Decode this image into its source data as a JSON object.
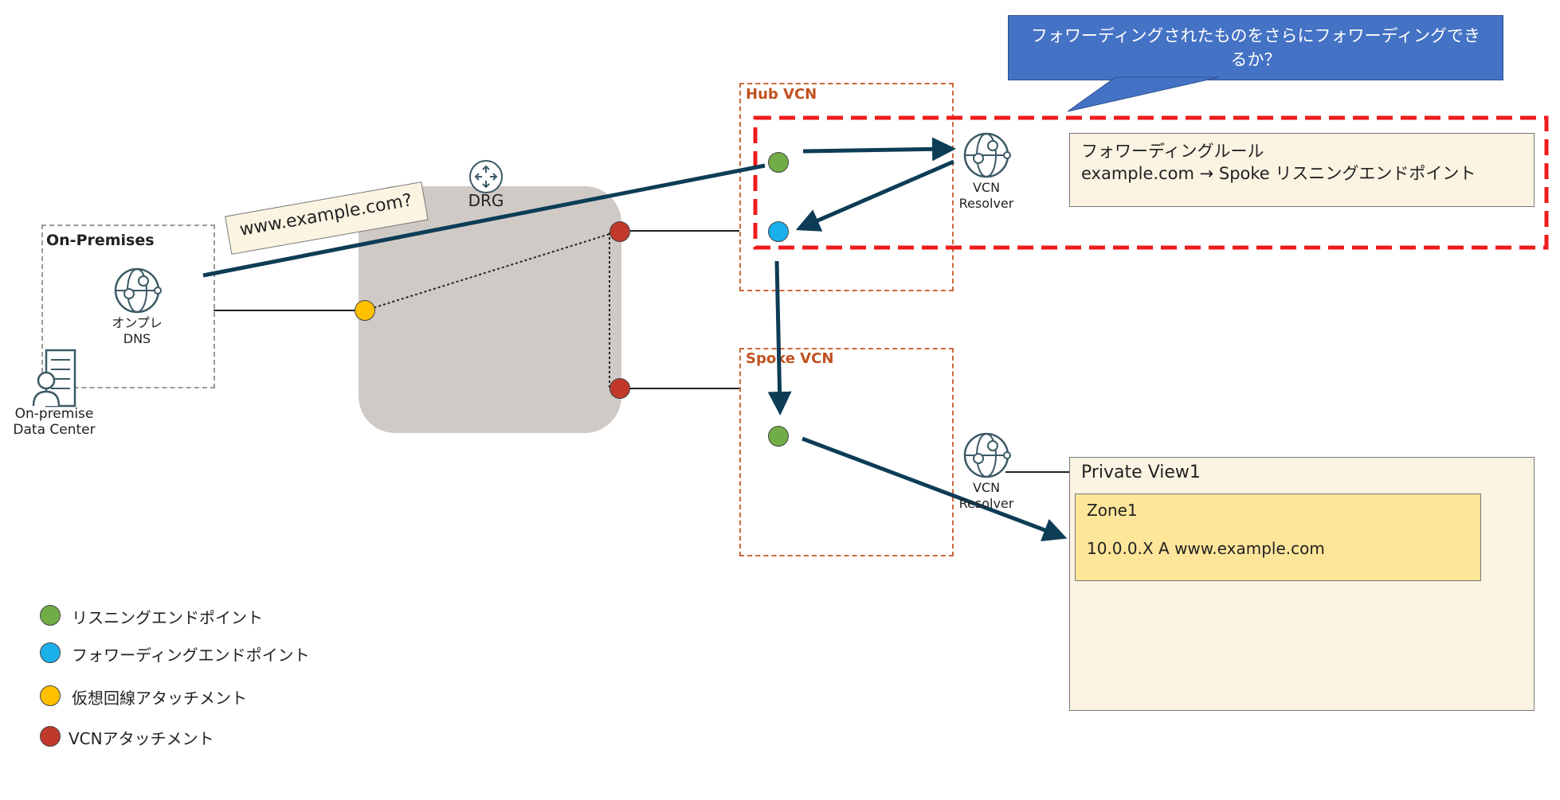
{
  "callout": {
    "text": "フォワーディングされたものをさらにフォワーディングできるか？",
    "color": "#4472c4"
  },
  "question": {
    "text": "www.example.com?"
  },
  "on_premises": {
    "title": "On-Premises",
    "dns_label_line1": "オンプレ",
    "dns_label_line2": "DNS",
    "datacenter_label_line1": "On-premise",
    "datacenter_label_line2": "Data Center"
  },
  "drg": {
    "label": "DRG",
    "color": "#d0cac6"
  },
  "hub_vcn": {
    "title": "Hub VCN",
    "resolver_line1": "VCN",
    "resolver_line2": "Resolver"
  },
  "spoke_vcn": {
    "title": "Spoke VCN",
    "resolver_line1": "VCN",
    "resolver_line2": "Resolver"
  },
  "forwarding_rule": {
    "title": "フォワーディングルール",
    "rule": "example.com → Spoke リスニングエンドポイント"
  },
  "private_view": {
    "title": "Private View1",
    "zone_title": "Zone1",
    "record": "10.0.0.X A www.example.com"
  },
  "legend": [
    {
      "label": "リスニングエンドポイント",
      "color": "#70ad47"
    },
    {
      "label": "フォワーディングエンドポイント",
      "color": "#1ab0ec"
    },
    {
      "label": "仮想回線アタッチメント",
      "color": "#ffc000"
    },
    {
      "label": "VCNアタッチメント",
      "color": "#c0392b"
    }
  ],
  "colors": {
    "arrow": "#0d3d56",
    "highlight_dash": "#ee1c1c",
    "vcn_border": "#c8693a",
    "icon": "#3c5a66"
  }
}
